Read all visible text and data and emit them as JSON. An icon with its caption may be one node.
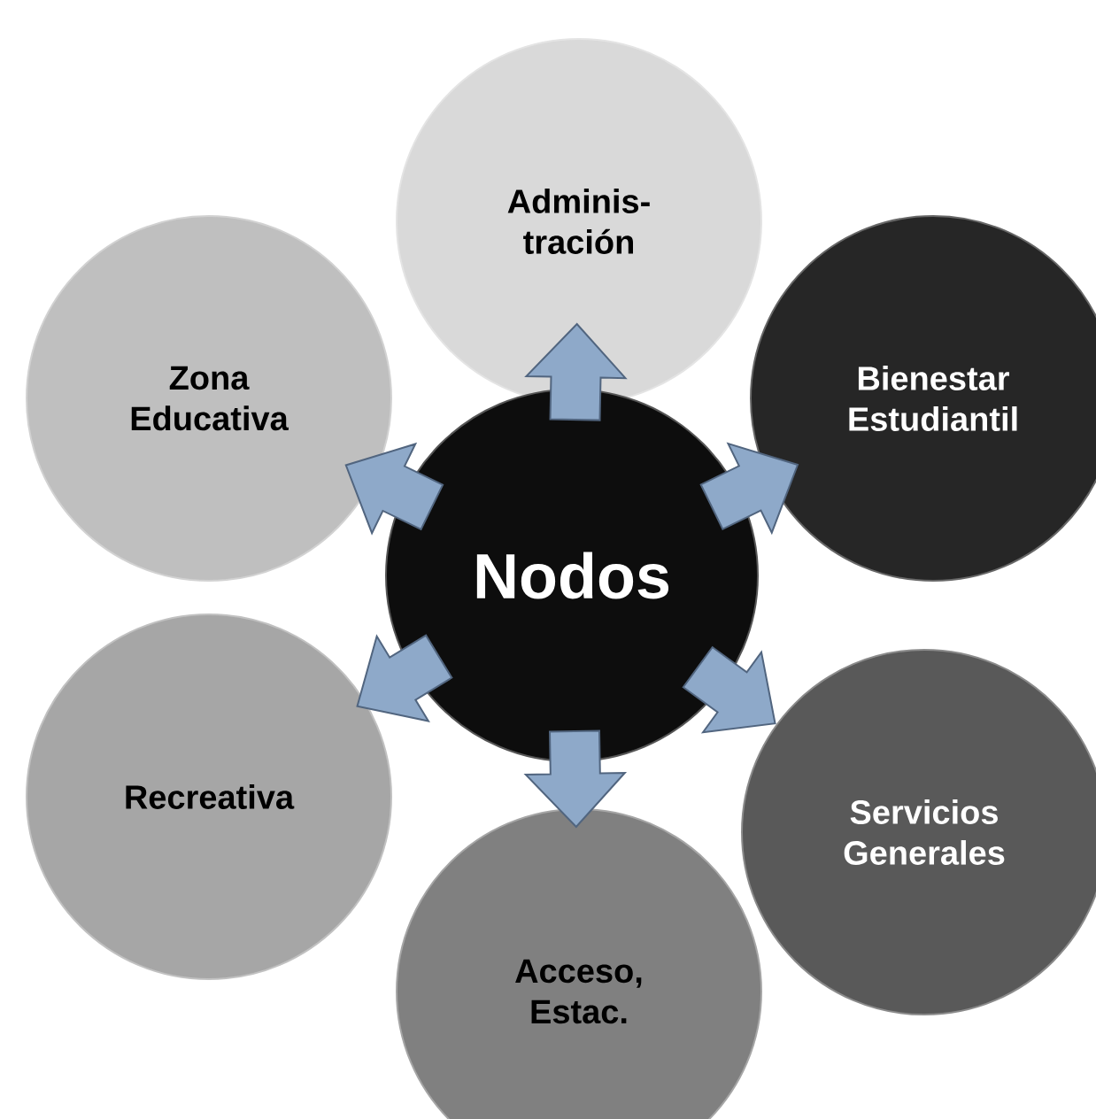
{
  "diagram": {
    "nodes": [
      {
        "text": [
          "Adminis-tración"
        ]
      },
      {
        "text": [
          "Zona Educativa"
        ]
      },
      {
        "text": [
          "Bienestar Estudiantil"
        ]
      },
      {
        "text": [
          "Nodos"
        ]
      },
      {
        "text": [
          "Recreativa"
        ]
      },
      {
        "text": [
          "Servicios Generales"
        ]
      },
      {
        "text": [
          "Acceso, Estac."
        ]
      }
    ],
    "edges": [
      {
        "from": 3,
        "to": 0,
        "arrow": "to"
      },
      {
        "from": 3,
        "to": 2,
        "arrow": "to"
      },
      {
        "from": 3,
        "to": 5,
        "arrow": "to"
      },
      {
        "from": 3,
        "to": 6,
        "arrow": "to"
      },
      {
        "from": 3,
        "to": 4,
        "arrow": "to"
      },
      {
        "from": 3,
        "to": 1,
        "arrow": "to"
      }
    ]
  }
}
